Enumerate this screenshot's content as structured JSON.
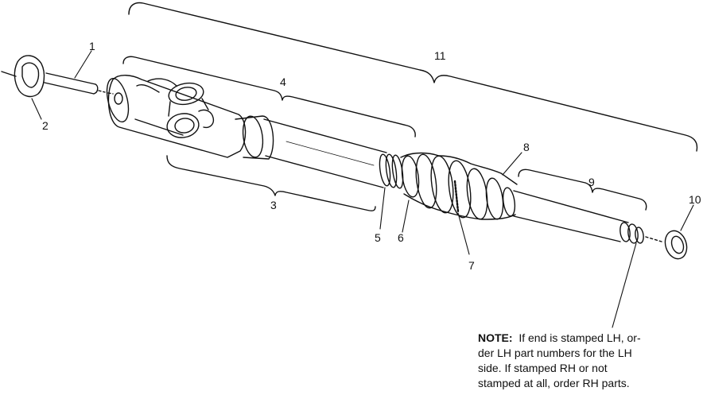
{
  "callouts": {
    "c1": "1",
    "c2": "2",
    "c3": "3",
    "c4": "4",
    "c5": "5",
    "c6": "6",
    "c7": "7",
    "c8": "8",
    "c9": "9",
    "c10": "10",
    "c11": "11"
  },
  "note": {
    "label": "NOTE:",
    "line1": "If end is stamped LH, or-",
    "line2": "der LH part numbers for the LH",
    "line3": "side.  If stamped RH or not",
    "line4": "stamped at all, order RH parts."
  },
  "colors": {
    "ink": "#111111",
    "background": "#ffffff"
  }
}
